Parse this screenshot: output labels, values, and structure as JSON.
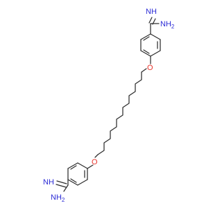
{
  "colors": {
    "bond": "#2d2d2d",
    "oxygen": "#e8342c",
    "nitrogen": "#2b2bd6",
    "background": "#ffffff"
  },
  "atoms": {
    "top_imine_n": "NH",
    "top_amine_n": "NH",
    "top_amine_h2": "2",
    "top_oxygen": "O",
    "bottom_oxygen": "O",
    "bottom_imine_n": "NH",
    "bottom_amine_n": "NH",
    "bottom_amine_h2": "2"
  }
}
